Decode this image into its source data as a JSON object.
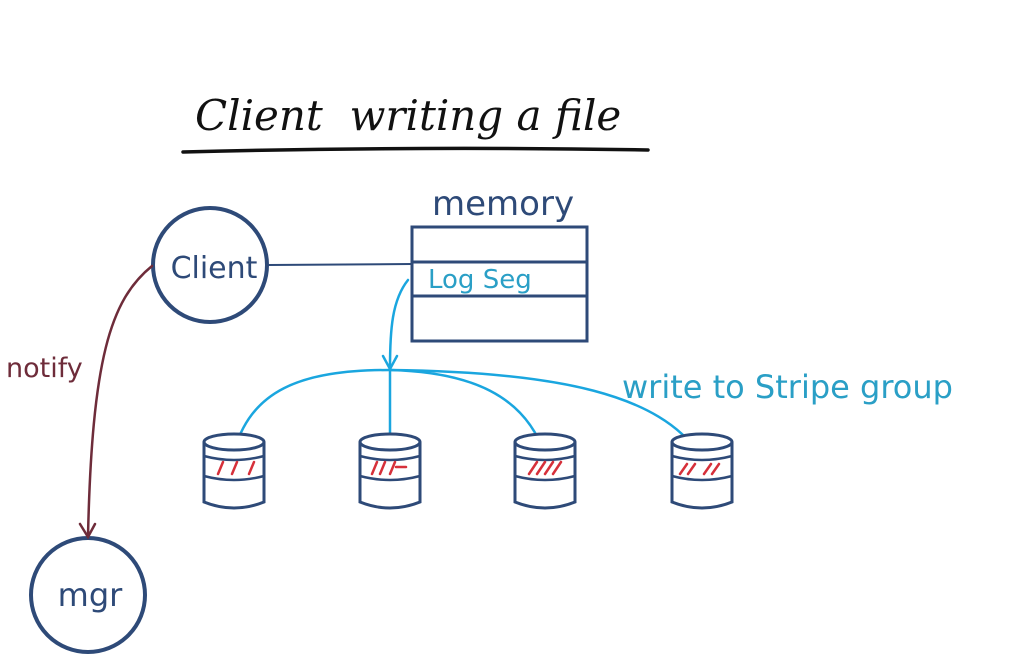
{
  "title": "Client  writing a file",
  "memory": {
    "label": "memory",
    "segment_label": "Log Seg"
  },
  "client": {
    "label": "Client"
  },
  "manager": {
    "label": "mgr"
  },
  "notify": {
    "label": "notify"
  },
  "write": {
    "label": "write to Stripe group"
  },
  "disks": {
    "count": 4
  },
  "colors": {
    "ink": "#2e4a78",
    "title_ink": "#111111",
    "write_arrow": "#1aa6df",
    "write_text": "#2a9fc6",
    "notify": "#6e2c3a",
    "stripe": "#d6303a"
  }
}
